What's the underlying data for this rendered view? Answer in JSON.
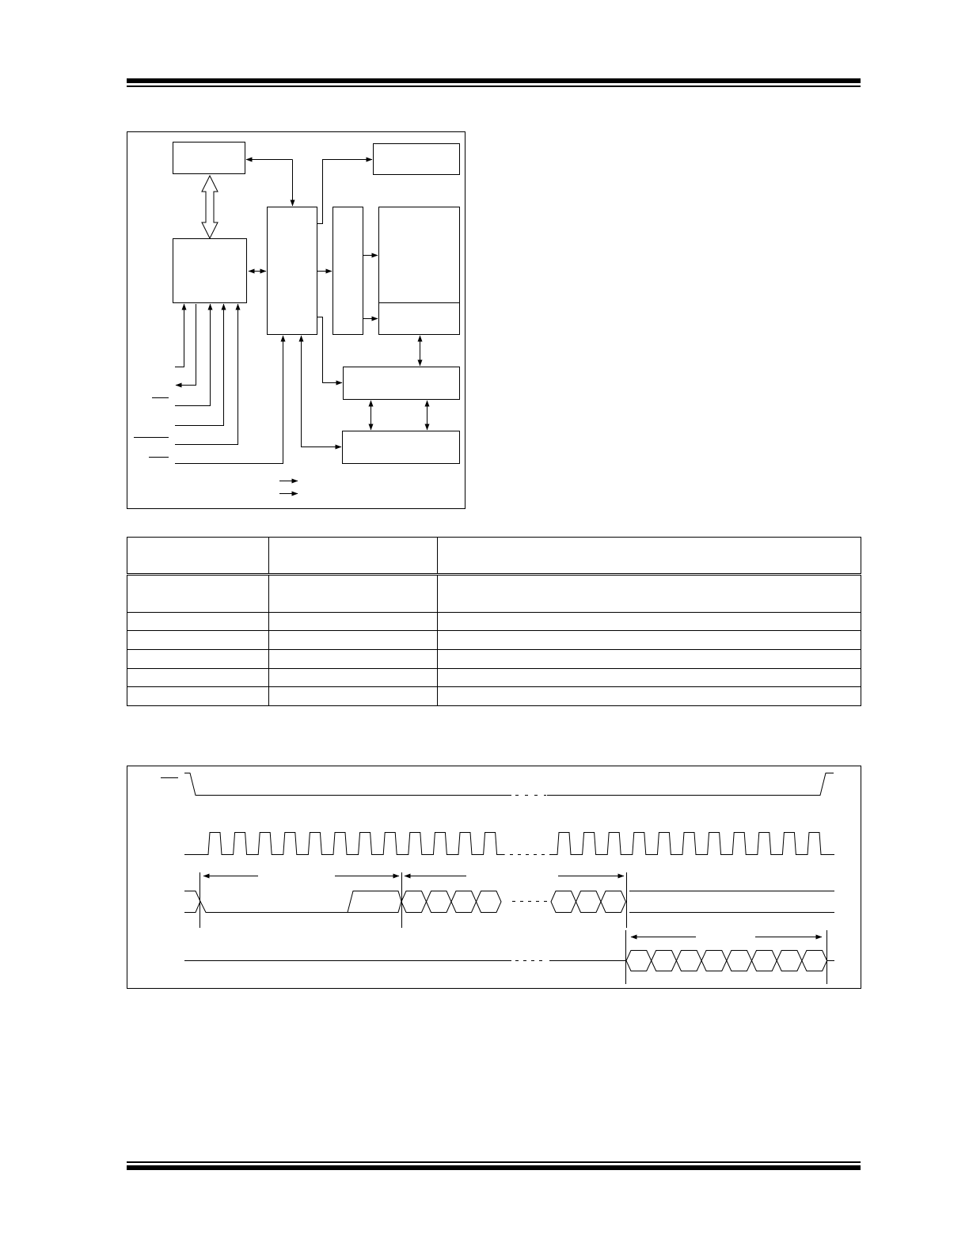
{
  "header": {
    "rule_style": "double"
  },
  "block_diagram": {
    "blocks": [
      "",
      "",
      "",
      "",
      "",
      "",
      "",
      ""
    ],
    "signals": [
      "",
      "",
      "",
      "",
      "",
      ""
    ],
    "legend": [
      "",
      ""
    ]
  },
  "pin_table": {
    "columns": [
      "",
      "",
      ""
    ],
    "rows": [
      [
        "",
        "",
        ""
      ],
      [
        "",
        "",
        ""
      ],
      [
        "",
        "",
        ""
      ],
      [
        "",
        "",
        ""
      ],
      [
        "",
        "",
        ""
      ],
      [
        "",
        "",
        ""
      ]
    ]
  },
  "timing_diagram": {
    "signals": [
      "",
      "",
      "",
      ""
    ],
    "clock_pulses_first": 12,
    "clock_pulses_second": 11,
    "data_bits_si": 4,
    "data_bits_si_after_gap": 3,
    "data_bits_so": 8
  },
  "footer": {
    "rule_style": "double"
  }
}
